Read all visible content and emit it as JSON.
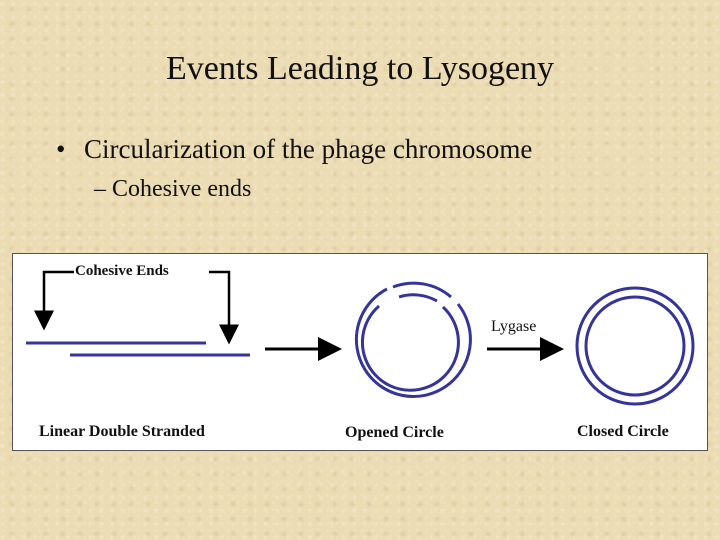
{
  "slide": {
    "title": "Events Leading to Lysogeny",
    "bullet": "Circularization of the phage chromosome",
    "bullet_marker": "•",
    "sub_bullet": "– Cohesive ends"
  },
  "diagram": {
    "cohesive_ends_label": "Cohesive Ends",
    "linear_label": "Linear Double Stranded",
    "opened_label": "Opened Circle",
    "enzyme_label": "Lygase",
    "closed_label": "Closed Circle",
    "strand_color": "#34349a",
    "arrow_color": "#000000"
  }
}
